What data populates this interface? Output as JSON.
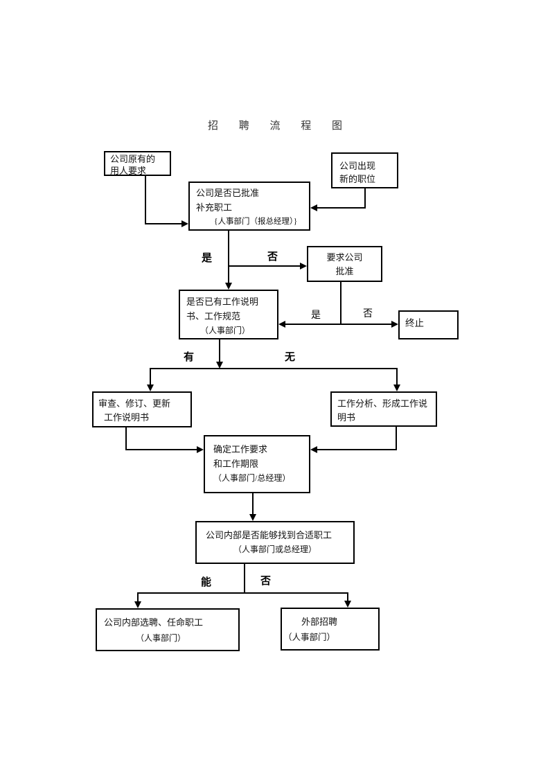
{
  "title": "招 聘 流 程 图",
  "nodes": {
    "existing_demand": {
      "line1": "公司原有的",
      "line2": "用人要求"
    },
    "new_position": {
      "line1": "公司出现",
      "line2": "新的职位"
    },
    "approved_supplement": {
      "line1": "公司是否已批准",
      "line2": "补充职工",
      "line3": "{人事部门（报总经理）}"
    },
    "request_approval": {
      "line1": "要求公司",
      "line2": "批准"
    },
    "job_description_exists": {
      "line1": "是否已有工作说明",
      "line2": "书、工作规范",
      "line3": "（人事部门）"
    },
    "terminate": {
      "line1": "终止"
    },
    "review_update": {
      "line1": "审查、修订、更新",
      "line2": "工作说明书"
    },
    "job_analysis": {
      "line1": "工作分析、形成工作说",
      "line2": "明书"
    },
    "determine_requirements": {
      "line1": "确定工作要求",
      "line2": "和工作期限",
      "line3": "（人事部门/总经理）"
    },
    "internal_candidates": {
      "line1": "公司内部是否能够找到合适职工",
      "line2": "（人事部门或总经理）"
    },
    "internal_hire": {
      "line1": "公司内部选聘、任命职工",
      "line2": "（人事部门）"
    },
    "external_recruit": {
      "line1": "外部招聘",
      "line2": "（人事部门）"
    }
  },
  "edge_labels": {
    "yes1": "是",
    "no1": "否",
    "yes2": "是",
    "no2": "否",
    "have": "有",
    "none": "无",
    "can": "能",
    "no3": "否"
  },
  "colors": {
    "line": "#000000",
    "text": "#111111",
    "background": "#ffffff"
  }
}
